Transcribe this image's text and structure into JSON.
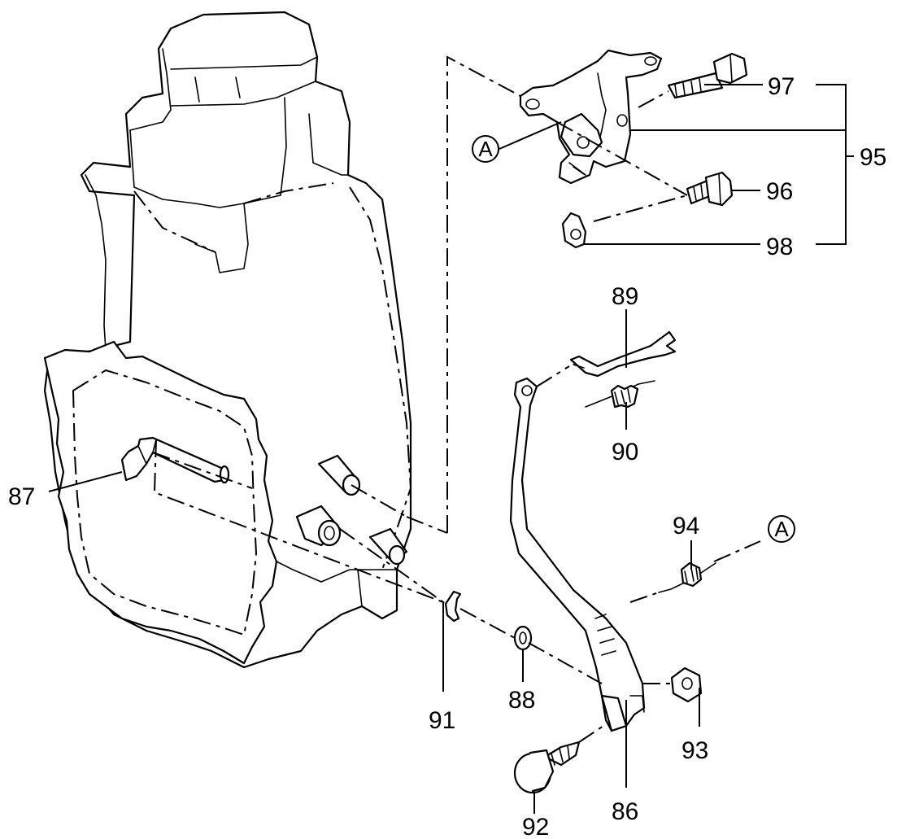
{
  "diagram": {
    "part_numbers": {
      "p86": "86",
      "p87": "87",
      "p88": "88",
      "p89": "89",
      "p90": "90",
      "p91": "91",
      "p92": "92",
      "p93": "93",
      "p94": "94",
      "p95": "95",
      "p96": "96",
      "p97": "97",
      "p98": "98"
    },
    "callout_labels": {
      "a_bracket": "A",
      "a_spring": "A"
    }
  }
}
